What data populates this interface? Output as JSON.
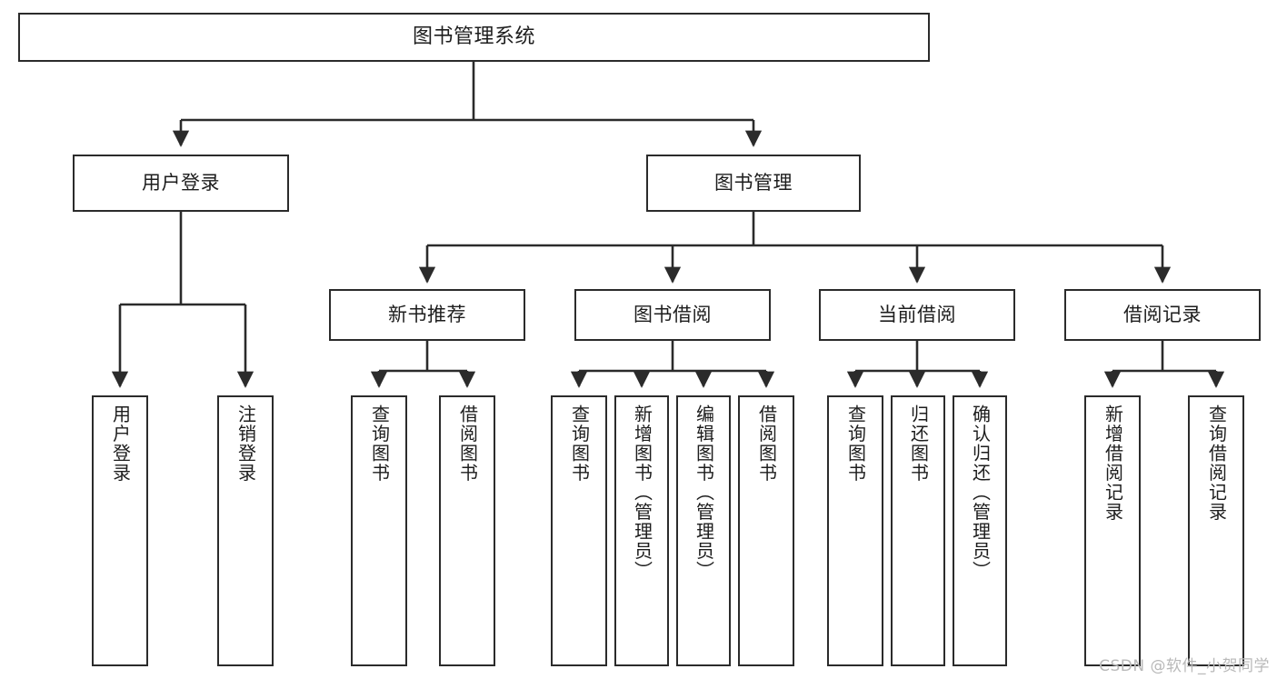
{
  "diagram": {
    "type": "tree-structure-chart",
    "title": "图书管理系统",
    "watermark": "CSDN @软件_小贺同学",
    "colors": {
      "border": "#2b2b2b",
      "background": "#ffffff",
      "text": "#1d1d1d",
      "watermark": "#b9b9b9"
    },
    "nodes": {
      "root": {
        "label": "图书管理系统"
      },
      "level2": [
        {
          "label": "用户登录"
        },
        {
          "label": "图书管理"
        }
      ],
      "level3": [
        {
          "label": "新书推荐"
        },
        {
          "label": "图书借阅"
        },
        {
          "label": "当前借阅"
        },
        {
          "label": "借阅记录"
        }
      ],
      "leaves": {
        "user_login": [
          {
            "label": "用户登录"
          },
          {
            "label": "注销登录"
          }
        ],
        "new_book_recommend": [
          {
            "label": "查询图书"
          },
          {
            "label": "借阅图书"
          }
        ],
        "book_borrow": [
          {
            "label": "查询图书"
          },
          {
            "label": "新增图书（管理员）"
          },
          {
            "label": "编辑图书（管理员）"
          },
          {
            "label": "借阅图书"
          }
        ],
        "current_borrow": [
          {
            "label": "查询图书"
          },
          {
            "label": "归还图书"
          },
          {
            "label": "确认归还（管理员）"
          }
        ],
        "borrow_record": [
          {
            "label": "新增借阅记录"
          },
          {
            "label": "查询借阅记录"
          }
        ]
      }
    }
  }
}
